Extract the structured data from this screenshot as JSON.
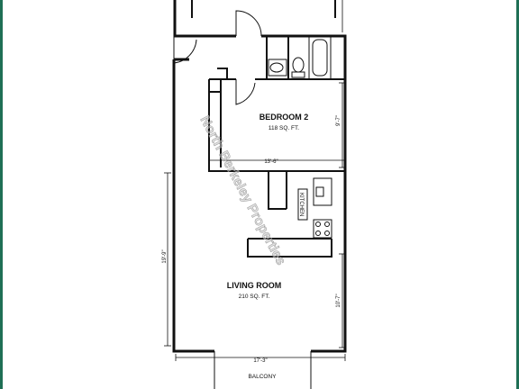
{
  "plan": {
    "rooms": {
      "bedroom2": {
        "name": "BEDROOM 2",
        "area": "118 SQ. FT."
      },
      "living": {
        "name": "LIVING ROOM",
        "area": "210 SQ. FT."
      },
      "kitchen": {
        "name": "KITCHEN"
      },
      "balcony": {
        "name": "BALCONY"
      }
    },
    "dimensions": {
      "bedroom_width": "13'-6\"",
      "bedroom_height": "9'-7\"",
      "kitchen_side": "19'-9\"",
      "living_right": "10'-7\"",
      "balcony_width": "17'-3\""
    },
    "watermark": "North Berkeley Properties"
  }
}
